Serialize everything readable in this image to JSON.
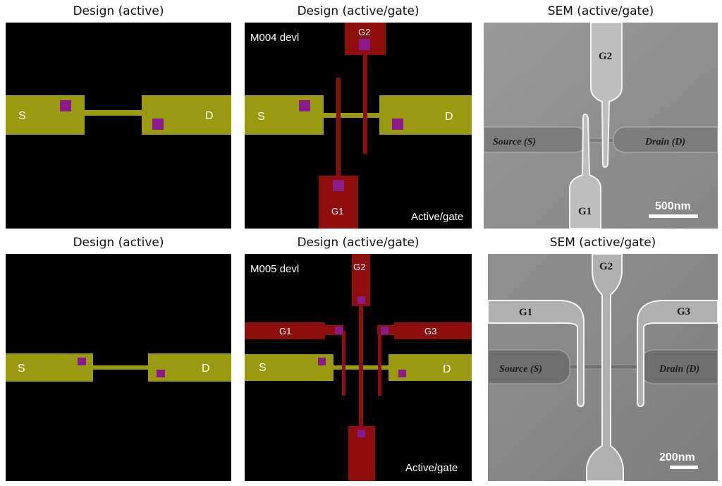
{
  "rows": [
    {
      "titles": [
        "Design (active)",
        "Design (active/gate)",
        "SEM (active/gate)"
      ],
      "design_active": {
        "source": "S",
        "drain": "D"
      },
      "design_gate": {
        "device_label": "M004 devl",
        "source": "S",
        "drain": "D",
        "gate_top": "G2",
        "gate_bottom": "G1",
        "annotation": "Active/gate"
      },
      "sem": {
        "gate_top": "G2",
        "gate_bottom": "G1",
        "source": "Source (S)",
        "drain": "Drain (D)",
        "scale_bar": "500nm"
      }
    },
    {
      "titles": [
        "Design (active)",
        "Design (active/gate)",
        "SEM (active/gate)"
      ],
      "design_active": {
        "source": "S",
        "drain": "D"
      },
      "design_gate": {
        "device_label": "M005 devl",
        "source": "S",
        "drain": "D",
        "gate_top": "G2",
        "gate_left": "G1",
        "gate_right": "G3",
        "annotation": "Active/gate"
      },
      "sem": {
        "gate_top": "G2",
        "gate_left": "G1",
        "gate_right": "G3",
        "source": "Source (S)",
        "drain": "Drain (D)",
        "scale_bar": "200nm"
      }
    }
  ],
  "colors": {
    "active": "#9a9a10",
    "gate": "#8e0d0d",
    "contact": "#8a1a8a",
    "background": "#000000",
    "sem_background": "#8a8a8a"
  }
}
